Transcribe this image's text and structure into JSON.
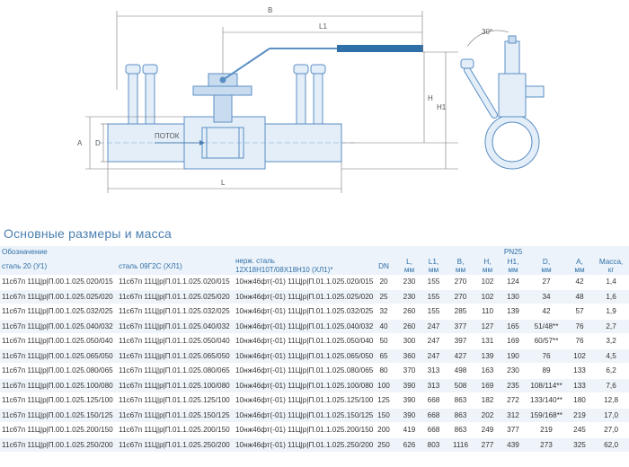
{
  "drawing": {
    "labels": {
      "B": "B",
      "L1": "L1",
      "H": "H",
      "H1": "H1",
      "A": "A",
      "D": "D",
      "L": "L",
      "flow": "ПОТОК",
      "angle": "30°"
    }
  },
  "section_title": "Основные размеры и масса",
  "table": {
    "designation_label": "Обозначение",
    "pressure_label": "PN25",
    "material_cols": [
      "сталь 20 (У1)",
      "сталь 09Г2С (ХЛ1)",
      "нерж. сталь\n12Х18Н10Т/08Х18Н10 (ХЛ1)*"
    ],
    "dim_cols": [
      {
        "top": "DN",
        "bottom": ""
      },
      {
        "top": "L,",
        "bottom": "мм"
      },
      {
        "top": "L1,",
        "bottom": "мм"
      },
      {
        "top": "B,",
        "bottom": "мм"
      },
      {
        "top": "H,",
        "bottom": "мм"
      },
      {
        "top": "H1,",
        "bottom": "мм"
      },
      {
        "top": "D,",
        "bottom": "мм"
      },
      {
        "top": "A,",
        "bottom": "мм"
      },
      {
        "top": "Масса,",
        "bottom": "кг"
      }
    ],
    "rows": [
      [
        "11с67п 11Ц|р|П.00.1.025.020/015",
        "11с67п 11Ц|р|П.01.1.025.020/015",
        "10нж46фт(-01) 11Ц|р|П.01.1.025.020/015",
        "20",
        "230",
        "155",
        "270",
        "102",
        "124",
        "27",
        "42",
        "1,4"
      ],
      [
        "11с67п 11Ц|р|П.00.1.025.025/020",
        "11с67п 11Ц|р|П.01.1.025.025/020",
        "10нж46фт(-01) 11Ц|р|П.01.1.025.025/020",
        "25",
        "230",
        "155",
        "270",
        "102",
        "130",
        "34",
        "48",
        "1,6"
      ],
      [
        "11с67п 11Ц|р|П.00.1.025.032/025",
        "11с67п 11Ц|р|П.01.1.025.032/025",
        "10нж46фт(-01) 11Ц|р|П.01.1.025.032/025",
        "32",
        "260",
        "155",
        "285",
        "110",
        "139",
        "42",
        "57",
        "1,9"
      ],
      [
        "11с67п 11Ц|р|П.00.1.025.040/032",
        "11с67п 11Ц|р|П.01.1.025.040/032",
        "10нж46фт(-01) 11Ц|р|П.01.1.025.040/032",
        "40",
        "260",
        "247",
        "377",
        "127",
        "165",
        "51/48**",
        "76",
        "2,7"
      ],
      [
        "11с67п 11Ц|р|П.00.1.025.050/040",
        "11с67п 11Ц|р|П.01.1.025.050/040",
        "10нж46фт(-01) 11Ц|р|П.01.1.025.050/040",
        "50",
        "300",
        "247",
        "397",
        "131",
        "169",
        "60/57**",
        "76",
        "3,2"
      ],
      [
        "11с67п 11Ц|р|П.00.1.025.065/050",
        "11с67п 11Ц|р|П.01.1.025.065/050",
        "10нж46фт(-01) 11Ц|р|П.01.1.025.065/050",
        "65",
        "360",
        "247",
        "427",
        "139",
        "190",
        "76",
        "102",
        "4,5"
      ],
      [
        "11с67п 11Ц|р|П.00.1.025.080/065",
        "11с67п 11Ц|р|П.01.1.025.080/065",
        "10нж46фт(-01) 11Ц|р|П.01.1.025.080/065",
        "80",
        "370",
        "313",
        "498",
        "163",
        "230",
        "89",
        "133",
        "6,2"
      ],
      [
        "11с67п 11Ц|р|П.00.1.025.100/080",
        "11с67п 11Ц|р|П.01.1.025.100/080",
        "10нж46фт(-01) 11Ц|р|П.01.1.025.100/080",
        "100",
        "390",
        "313",
        "508",
        "169",
        "235",
        "108/114**",
        "133",
        "7,6"
      ],
      [
        "11с67п 11Ц|р|П.00.1.025.125/100",
        "11с67п 11Ц|р|П.01.1.025.125/100",
        "10нж46фт(-01) 11Ц|р|П.01.1.025.125/100",
        "125",
        "390",
        "668",
        "863",
        "182",
        "272",
        "133/140**",
        "180",
        "12,8"
      ],
      [
        "11с67п 11Ц|р|П.00.1.025.150/125",
        "11с67п 11Ц|р|П.01.1.025.150/125",
        "10нж46фт(-01) 11Ц|р|П.01.1.025.150/125",
        "150",
        "390",
        "668",
        "863",
        "202",
        "312",
        "159/168**",
        "219",
        "17,0"
      ],
      [
        "11с67п 11Ц|р|П.00.1.025.200/150",
        "11с67п 11Ц|р|П.01.1.025.200/150",
        "10нж46фт(-01) 11Ц|р|П.01.1.025.200/150",
        "200",
        "419",
        "668",
        "863",
        "249",
        "377",
        "219",
        "245",
        "27,0"
      ],
      [
        "11с67п 11Ц|р|П.00.1.025.250/200",
        "11с67п 11Ц|р|П.01.1.025.250/200",
        "10нж46фт(-01) 11Ц|р|П.01.1.025.250/200",
        "250",
        "626",
        "803",
        "1116",
        "277",
        "439",
        "273",
        "325",
        "62,0"
      ]
    ]
  },
  "colors": {
    "accent": "#4a7fb0",
    "pipe_fill": "#e3eef9",
    "handle": "#2f6fa8",
    "row_alt": "#eef4fa"
  }
}
